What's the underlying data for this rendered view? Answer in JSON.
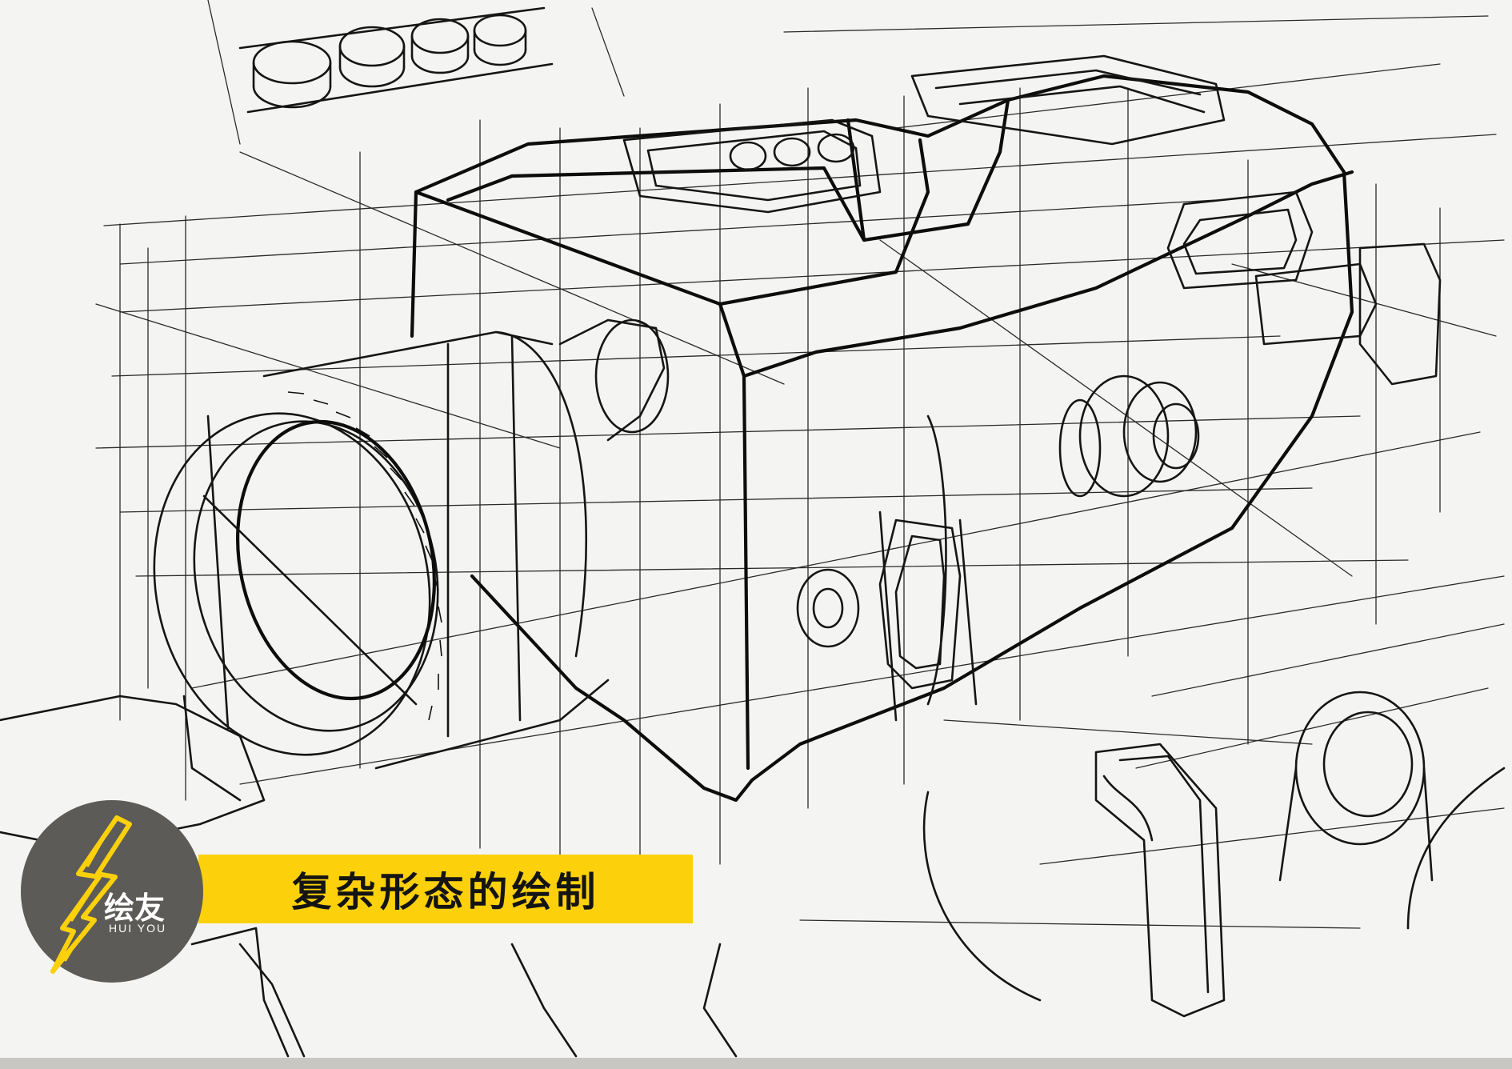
{
  "banner": {
    "title": "复杂形态的绘制"
  },
  "logo": {
    "name_cn": "绘友",
    "name_en": "HUI YOU"
  },
  "colors": {
    "banner_yellow": "#fcd10b",
    "logo_gray": "#5d5b58",
    "ink": "#151515",
    "paper": "#f4f4f2"
  },
  "illustration": {
    "subject": "hand-drawn perspective line sketch of a camera-like product with construction lines"
  }
}
